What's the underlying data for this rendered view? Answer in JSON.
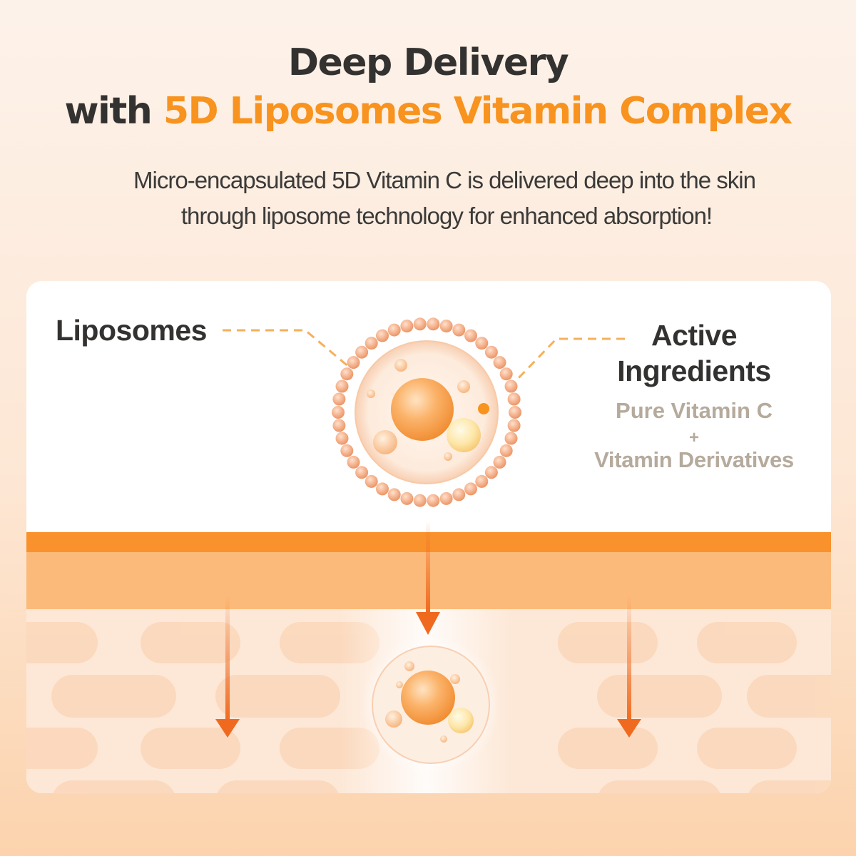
{
  "headline": {
    "line1": "Deep Delivery",
    "line2_prefix": "with ",
    "line2_accent": "5D Liposomes Vitamin Complex"
  },
  "subtitle": {
    "line1": "Micro-encapsulated 5D Vitamin C is delivered deep into the skin",
    "line2": "through liposome technology for enhanced absorption!"
  },
  "diagram": {
    "liposomes_label": "Liposomes",
    "active_label_line1": "Active",
    "active_label_line2": "Ingredients",
    "ingredient_1": "Pure Vitamin C",
    "ingredient_plus": "+",
    "ingredient_2": "Vitamin Derivatives"
  },
  "colors": {
    "accent": "#f7931e",
    "text_dark": "#333230",
    "text_muted": "#b5aa9c",
    "skin_stripe": "#f9922c",
    "skin_band": "#fcba7a",
    "arrow": "#ef6a1f"
  }
}
